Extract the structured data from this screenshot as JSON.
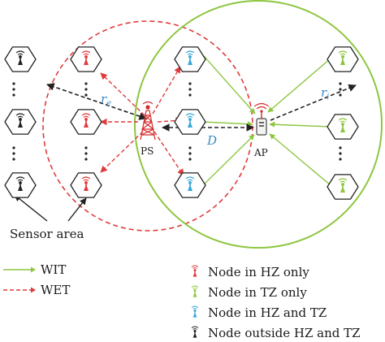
{
  "labels": {
    "ps": "PS",
    "ap": "AP",
    "distance": "D",
    "radius_energy": "r",
    "radius_energy_sub": "e",
    "radius_info": "r",
    "radius_info_sub": "i",
    "sensor_area": "Sensor area"
  },
  "legend": {
    "wit": "WIT",
    "wet": "WET",
    "node_hz_only": "Node in HZ only",
    "node_tz_only": "Node in TZ only",
    "node_hz_tz": "Node in HZ and TZ",
    "node_outside": "Node outside HZ and TZ"
  },
  "colors": {
    "wit_green": "#8dc63f",
    "wet_red": "#e03a3a",
    "node_red": "#e23b3b",
    "node_green": "#8dc63f",
    "node_blue": "#3aa8d8",
    "node_black": "#222222"
  },
  "icons": {
    "ps": "transmission-tower-icon",
    "ap": "access-point-icon",
    "node": "sensor-antenna-icon"
  }
}
